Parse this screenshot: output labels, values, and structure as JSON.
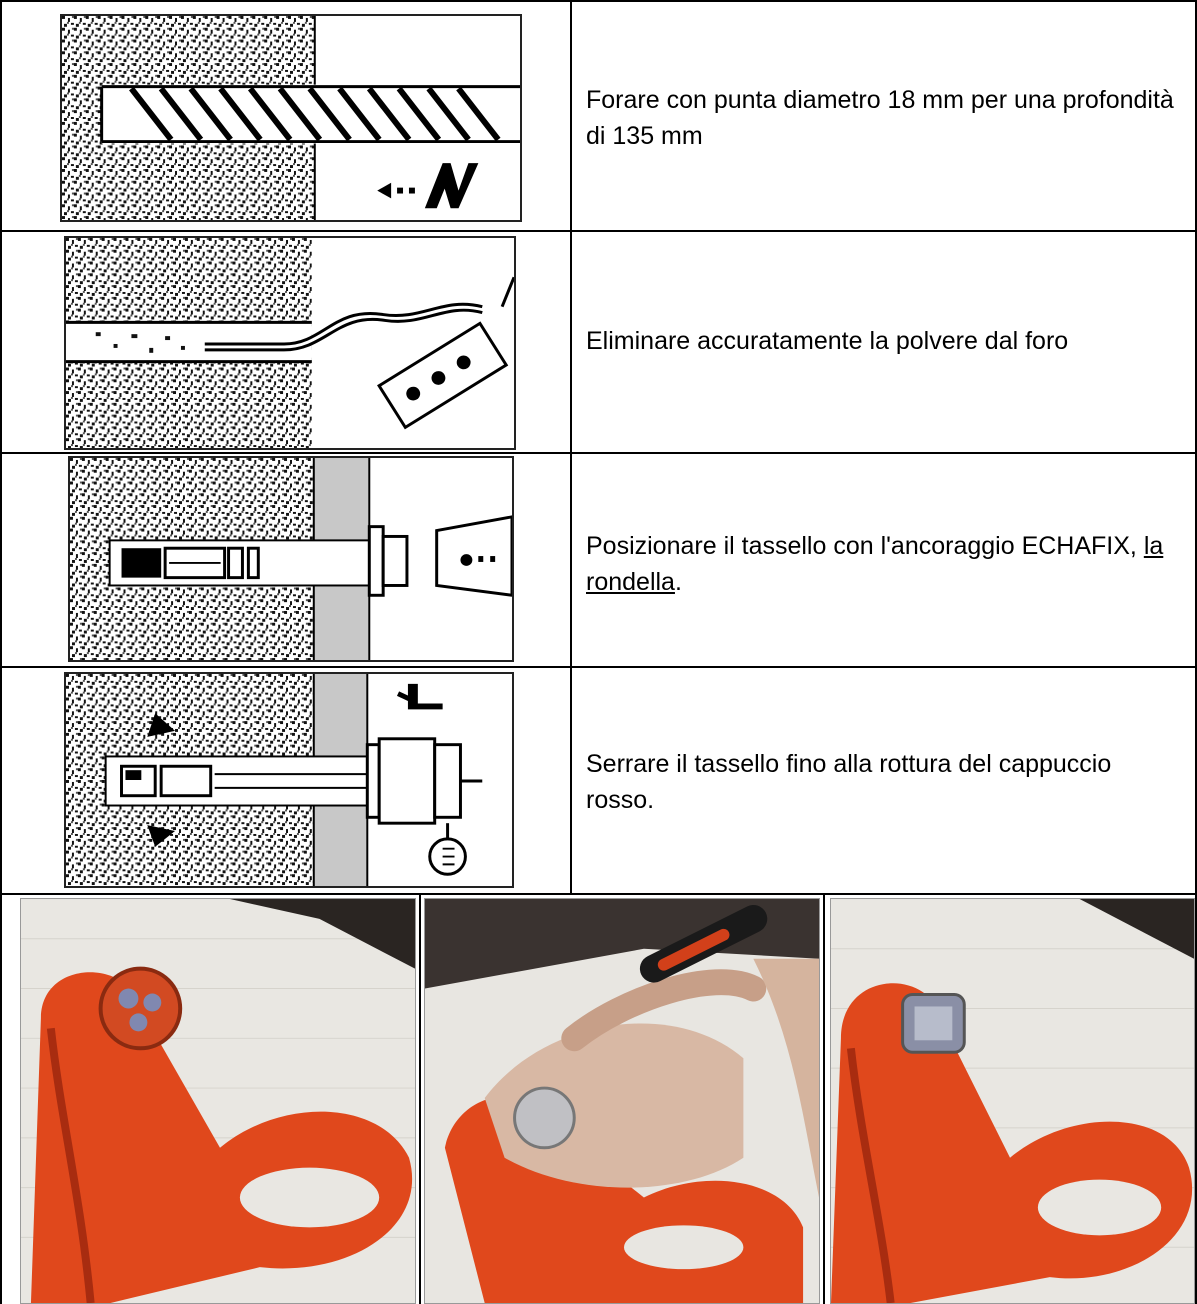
{
  "steps": [
    {
      "text": "Forare con punta diametro 18 mm per una profondità di 135 mm"
    },
    {
      "text": "Eliminare accuratamente la polvere dal foro"
    },
    {
      "text_before": "Posizionare il tassello con l'ancoraggio ECHAFIX, ",
      "text_link": "la rondella",
      "text_after": "."
    },
    {
      "text": "Serrare il tassello fino alla rottura del cappuccio rosso."
    }
  ],
  "colors": {
    "anchor_orange": "#e0481c",
    "anchor_dark": "#a82c10",
    "wall_light": "#e8e6e0",
    "line": "#000000"
  },
  "icons": {
    "step1": "drill-into-concrete-icon",
    "step2": "blow-out-dust-icon",
    "step3": "insert-anchor-icon",
    "step4": "tighten-anchor-icon"
  }
}
